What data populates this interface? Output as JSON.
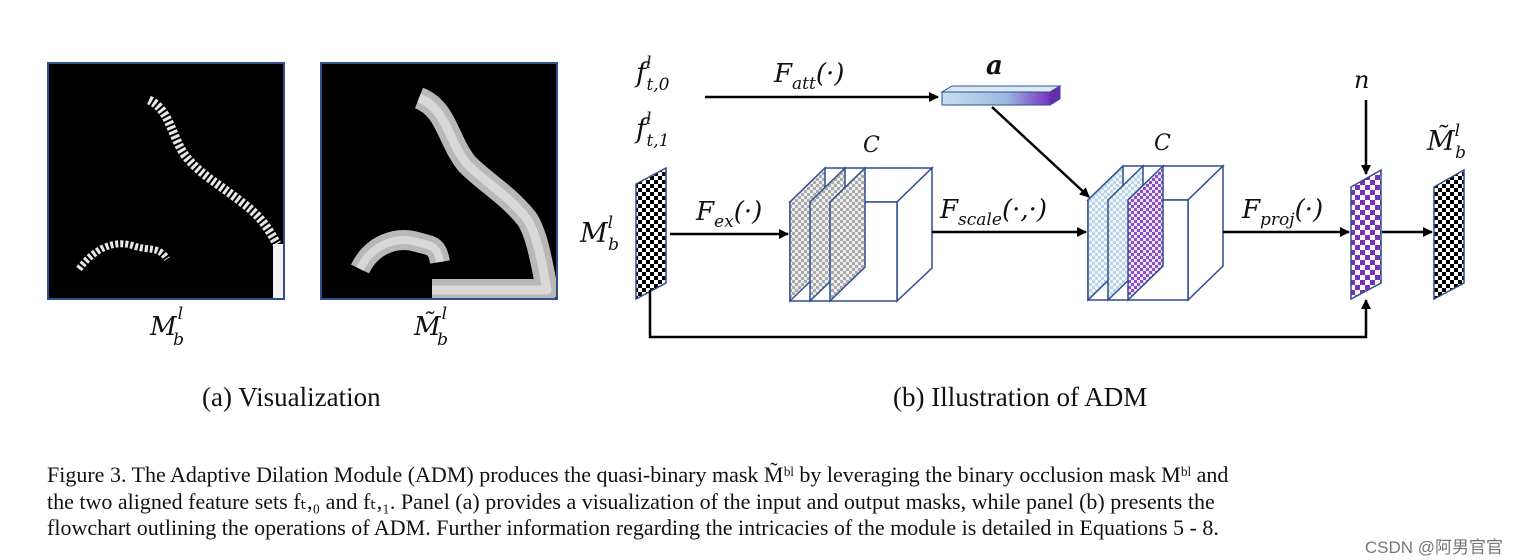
{
  "panel_a": {
    "caption": "(a) Visualization",
    "input_mask_label": "M",
    "output_mask_label": "M̃",
    "mask_sub": "b",
    "mask_sup": "l"
  },
  "panel_b": {
    "caption": "(b) Illustration of ADM",
    "nodes": {
      "f0": {
        "base": "f",
        "sub": "t,0",
        "sup": "l"
      },
      "f1": {
        "base": "f",
        "sub": "t,1",
        "sup": "l"
      },
      "m_in": {
        "base": "M",
        "sub": "b",
        "sup": "l"
      },
      "m_out": {
        "base": "M̃",
        "sub": "b",
        "sup": "l"
      },
      "a": "a",
      "n": "n",
      "c1": "C",
      "c2": "C"
    },
    "ops": {
      "att": {
        "base": "F",
        "sub": "att",
        "args": "(·)"
      },
      "ex": {
        "base": "F",
        "sub": "ex",
        "args": "(·)"
      },
      "scale": {
        "base": "F",
        "sub": "scale",
        "args": "(·,·)"
      },
      "proj": {
        "base": "F",
        "sub": "proj",
        "args": "(·)"
      }
    }
  },
  "caption_lines": [
    "Figure 3.  The Adaptive Dilation Module (ADM) produces the quasi-binary mask M̃ᵇˡ by leveraging the binary occlusion mask Mᵇˡ and",
    "the two aligned feature sets fₜ,₀ and fₜ,₁.  Panel (a) provides a visualization of the input and output masks, while panel (b) presents the",
    "flowchart outlining the operations of ADM. Further information regarding the intricacies of the module is detailed in Equations 5 - 8."
  ],
  "watermark": "CSDN @阿男官官",
  "colors": {
    "frame": "#2f4f8f",
    "accent": "#7b2fbf",
    "arrow": "#000000"
  }
}
